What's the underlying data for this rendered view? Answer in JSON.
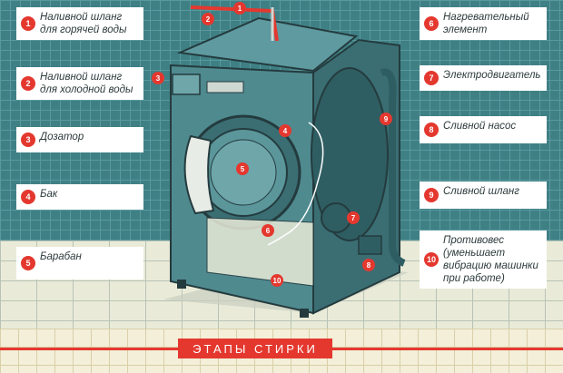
{
  "labels_left": [
    {
      "n": "1",
      "text": "Наливной шланг для горячей воды"
    },
    {
      "n": "2",
      "text": "Наливной шланг для холодной воды"
    },
    {
      "n": "3",
      "text": "Дозатор"
    },
    {
      "n": "4",
      "text": "Бак"
    },
    {
      "n": "5",
      "text": "Барабан"
    }
  ],
  "labels_right": [
    {
      "n": "6",
      "text": "Нагревательный элемент"
    },
    {
      "n": "7",
      "text": "Электродвигатель"
    },
    {
      "n": "8",
      "text": "Сливной насос"
    },
    {
      "n": "9",
      "text": "Сливной шланг"
    },
    {
      "n": "10",
      "text": "Противовес (уменьшает вибрацию машинки при работе)"
    }
  ],
  "markers": {
    "m1": "1",
    "m2": "2",
    "m3": "3",
    "m4": "4",
    "m5": "5",
    "m6": "6",
    "m7": "7",
    "m8": "8",
    "m9": "9",
    "m10": "10"
  },
  "footer": {
    "title": "ЭТАПЫ СТИРКИ"
  },
  "colors": {
    "accent": "#e4382f",
    "wall": "#3f8085",
    "machine": "#4f8a8f"
  }
}
